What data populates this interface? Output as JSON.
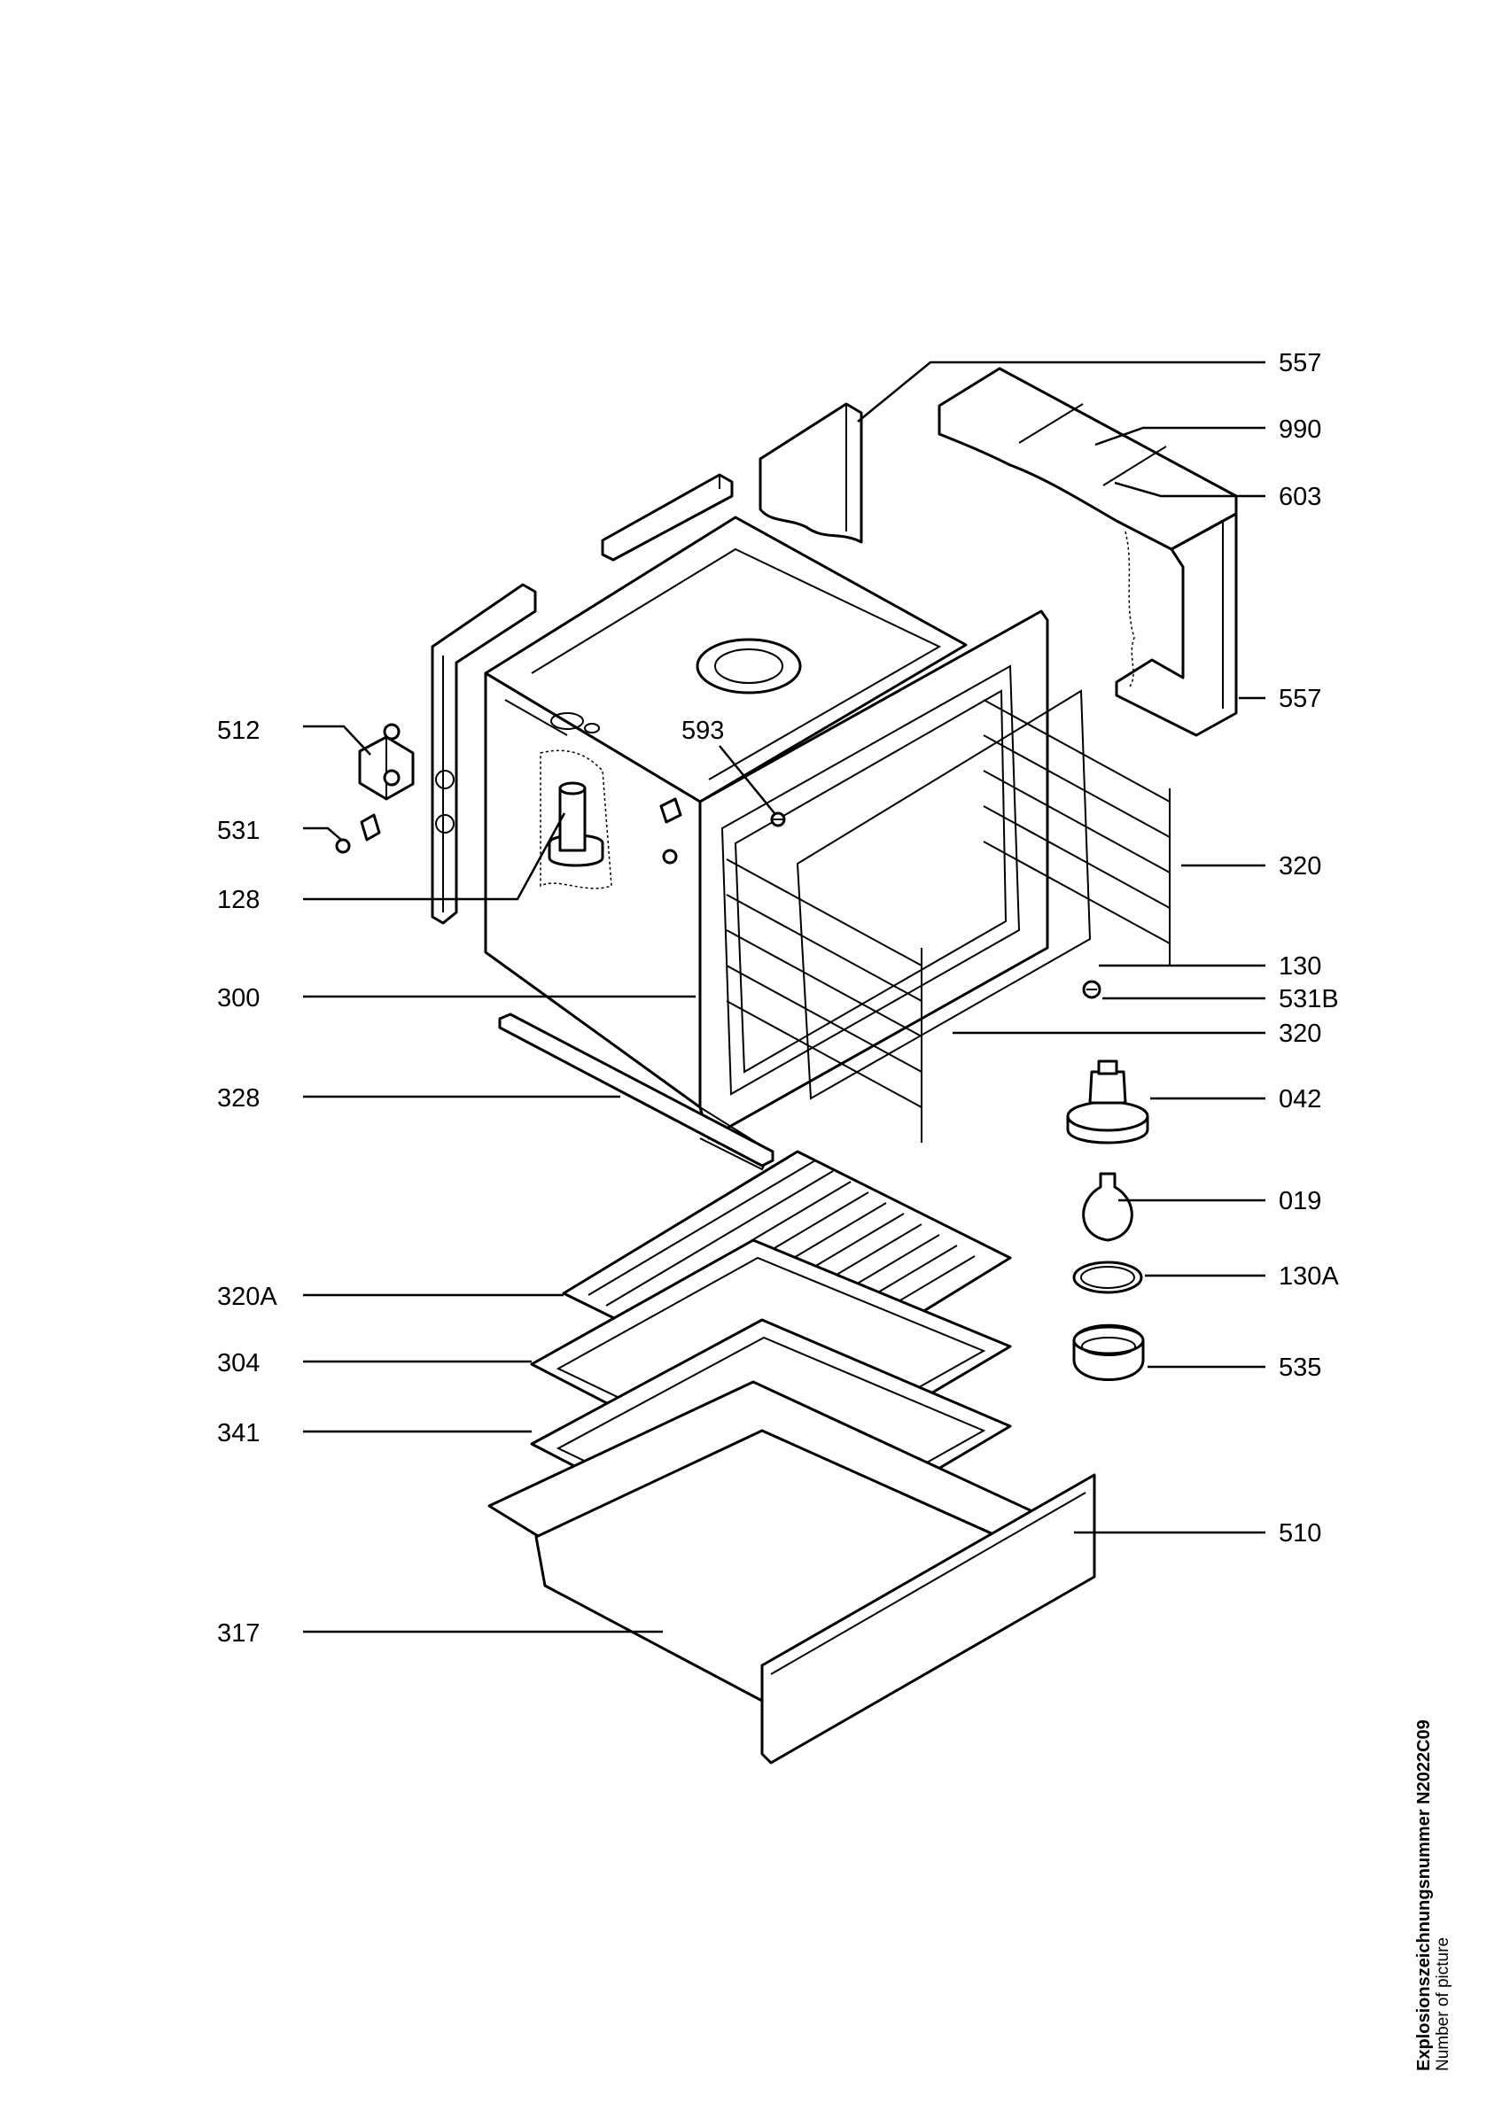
{
  "callouts": [
    {
      "id": "557-top",
      "label": "557",
      "side": "right"
    },
    {
      "id": "990",
      "label": "990",
      "side": "right"
    },
    {
      "id": "603",
      "label": "603",
      "side": "right"
    },
    {
      "id": "557-side",
      "label": "557",
      "side": "right"
    },
    {
      "id": "512",
      "label": "512",
      "side": "left"
    },
    {
      "id": "593",
      "label": "593",
      "side": "inner"
    },
    {
      "id": "531",
      "label": "531",
      "side": "left"
    },
    {
      "id": "320-top",
      "label": "320",
      "side": "right"
    },
    {
      "id": "128",
      "label": "128",
      "side": "left"
    },
    {
      "id": "130",
      "label": "130",
      "side": "right"
    },
    {
      "id": "300",
      "label": "300",
      "side": "left"
    },
    {
      "id": "531B",
      "label": "531B",
      "side": "right"
    },
    {
      "id": "320-mid",
      "label": "320",
      "side": "right"
    },
    {
      "id": "328",
      "label": "328",
      "side": "left"
    },
    {
      "id": "042",
      "label": "042",
      "side": "right"
    },
    {
      "id": "019",
      "label": "019",
      "side": "right"
    },
    {
      "id": "320A",
      "label": "320A",
      "side": "left"
    },
    {
      "id": "130A",
      "label": "130A",
      "side": "right"
    },
    {
      "id": "304",
      "label": "304",
      "side": "left"
    },
    {
      "id": "535",
      "label": "535",
      "side": "right"
    },
    {
      "id": "341",
      "label": "341",
      "side": "left"
    },
    {
      "id": "510",
      "label": "510",
      "side": "right"
    },
    {
      "id": "317",
      "label": "317",
      "side": "left"
    }
  ],
  "caption": {
    "line1": "Explosionszeichnungsnummer  N2022C09",
    "line2": "Number of picture"
  }
}
